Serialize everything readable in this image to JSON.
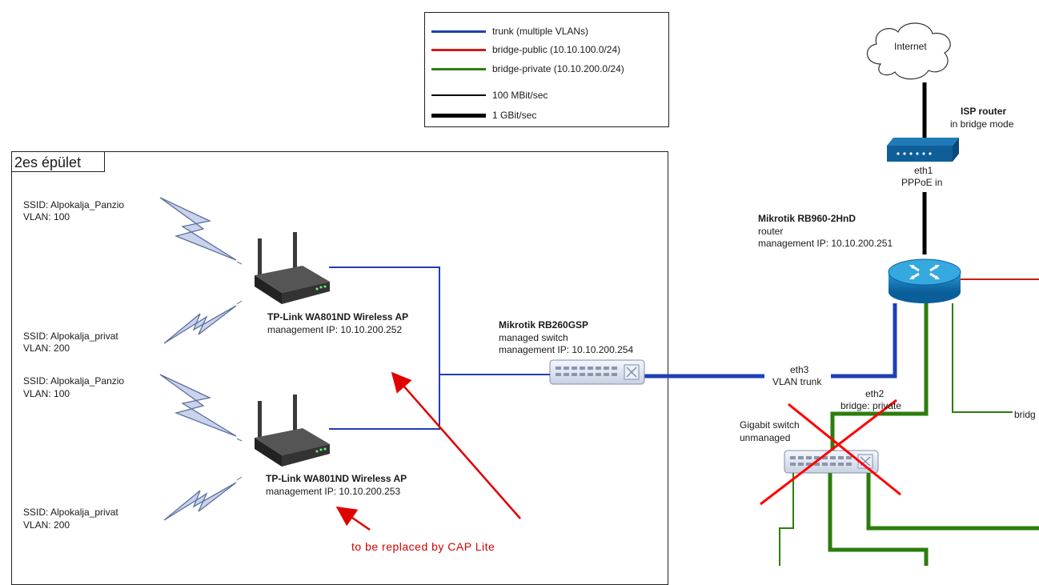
{
  "legend": {
    "items": [
      {
        "label": "trunk (multiple VLANs)",
        "color": "#1f3fb5"
      },
      {
        "label": "bridge-public (10.10.100.0/24)",
        "color": "#c81e1e"
      },
      {
        "label": "bridge-private (10.10.200.0/24)",
        "color": "#2d7d0e"
      },
      {
        "label": "100 MBit/sec",
        "color": "#000000"
      },
      {
        "label": "1 GBit/sec",
        "color": "#000000"
      }
    ]
  },
  "internet": {
    "label": "Internet"
  },
  "isp_router": {
    "title": "ISP router",
    "subtitle": "in bridge mode",
    "port": "eth1",
    "port_desc": "PPPoE in"
  },
  "main_router": {
    "title": "Mikrotik RB960-2HnD",
    "role": "router",
    "mgmt": "management IP: 10.10.200.251"
  },
  "managed_switch": {
    "title": "Mikrotik RB260GSP",
    "role": "managed switch",
    "mgmt": "management IP: 10.10.200.254"
  },
  "trunk_port": {
    "port": "eth3",
    "desc": "VLAN trunk"
  },
  "private_port": {
    "port": "eth2",
    "desc": "bridge: private"
  },
  "gigabit_switch": {
    "title": "Gigabit switch",
    "role": "unmanaged"
  },
  "bridge_cut_label": "bridg",
  "building": {
    "title": "2es épület"
  },
  "ap1": {
    "title": "TP-Link WA801ND Wireless AP",
    "mgmt": "management IP: 10.10.200.252"
  },
  "ap2": {
    "title": "TP-Link WA801ND Wireless AP",
    "mgmt": "management IP: 10.10.200.253"
  },
  "ssids": [
    {
      "ssid": "SSID: Alpokalja_Panzio",
      "vlan": "VLAN: 100"
    },
    {
      "ssid": "SSID: Alpokalja_privat",
      "vlan": "VLAN: 200"
    },
    {
      "ssid": "SSID: Alpokalja_Panzio",
      "vlan": "VLAN: 100"
    },
    {
      "ssid": "SSID: Alpokalja_privat",
      "vlan": "VLAN: 200"
    }
  ],
  "replace_note": "to be replaced by CAP Lite"
}
